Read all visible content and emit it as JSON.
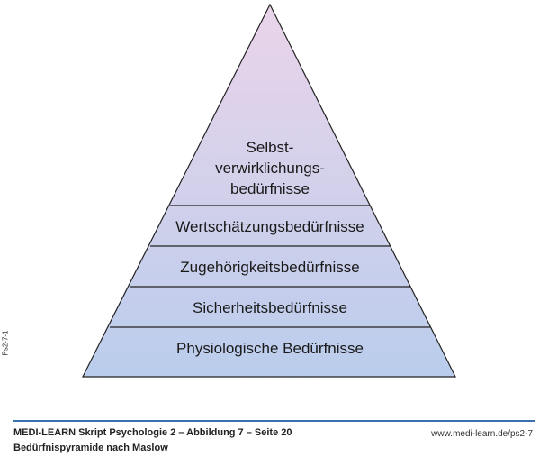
{
  "diagram": {
    "title": "Bedürfnispyramide nach Maslow",
    "levels": [
      {
        "lines": [
          "Selbst-",
          "verwirklichungs-",
          "bedürfnisse"
        ]
      },
      {
        "label": "Wertschätzungsbedürfnisse"
      },
      {
        "label": "Zugehörigkeitsbedürfnisse"
      },
      {
        "label": "Sicherheitsbedürfnisse"
      },
      {
        "label": "Physiologische Bedürfnisse"
      }
    ],
    "colors": {
      "top": "#e8d2e8",
      "bottom": "#bccfec",
      "outline": "#222222"
    }
  },
  "side_code": "Ps2-7-1",
  "footer": {
    "source": "MEDI-LEARN Skript Psychologie 2 – Abbildung 7 – Seite 20",
    "caption": "Bedürfnispyramide nach Maslow",
    "url": "www.medi-learn.de/ps2-7"
  }
}
